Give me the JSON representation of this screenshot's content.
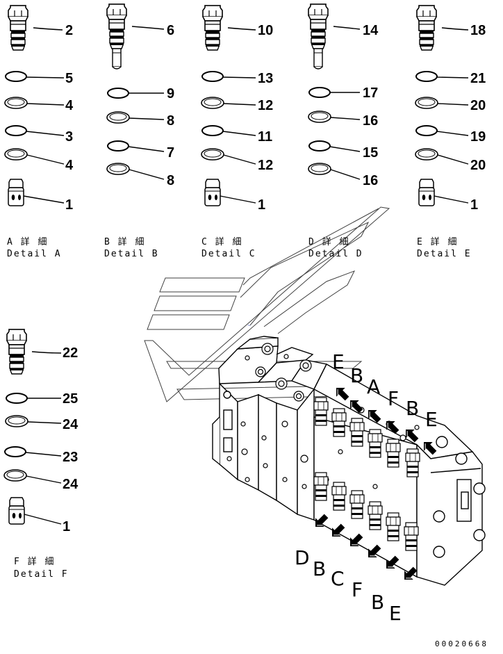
{
  "detail_a": {
    "numbers": [
      "2",
      "5",
      "4",
      "3",
      "4",
      "1"
    ],
    "caption_jp": "A 詳 細",
    "caption_en": "Detail A"
  },
  "detail_b": {
    "numbers": [
      "6",
      "9",
      "8",
      "7",
      "8"
    ],
    "caption_jp": "B 詳 細",
    "caption_en": "Detail B"
  },
  "detail_c": {
    "numbers": [
      "10",
      "13",
      "12",
      "11",
      "12",
      "1"
    ],
    "caption_jp": "C 詳 細",
    "caption_en": "Detail C"
  },
  "detail_d": {
    "numbers": [
      "14",
      "17",
      "16",
      "15",
      "16"
    ],
    "caption_jp": "D 詳 細",
    "caption_en": "Detail D"
  },
  "detail_e": {
    "numbers": [
      "18",
      "21",
      "20",
      "19",
      "20",
      "1"
    ],
    "caption_jp": "E 詳 細",
    "caption_en": "Detail E"
  },
  "detail_f": {
    "numbers": [
      "22",
      "25",
      "24",
      "23",
      "24",
      "1"
    ],
    "caption_jp": "F 詳 細",
    "caption_en": "Detail F"
  },
  "top_arrows": [
    "E",
    "B",
    "A",
    "F",
    "B",
    "E"
  ],
  "bottom_arrows": [
    "D",
    "B",
    "C",
    "F",
    "B",
    "E"
  ],
  "drawing_code": "00020668"
}
